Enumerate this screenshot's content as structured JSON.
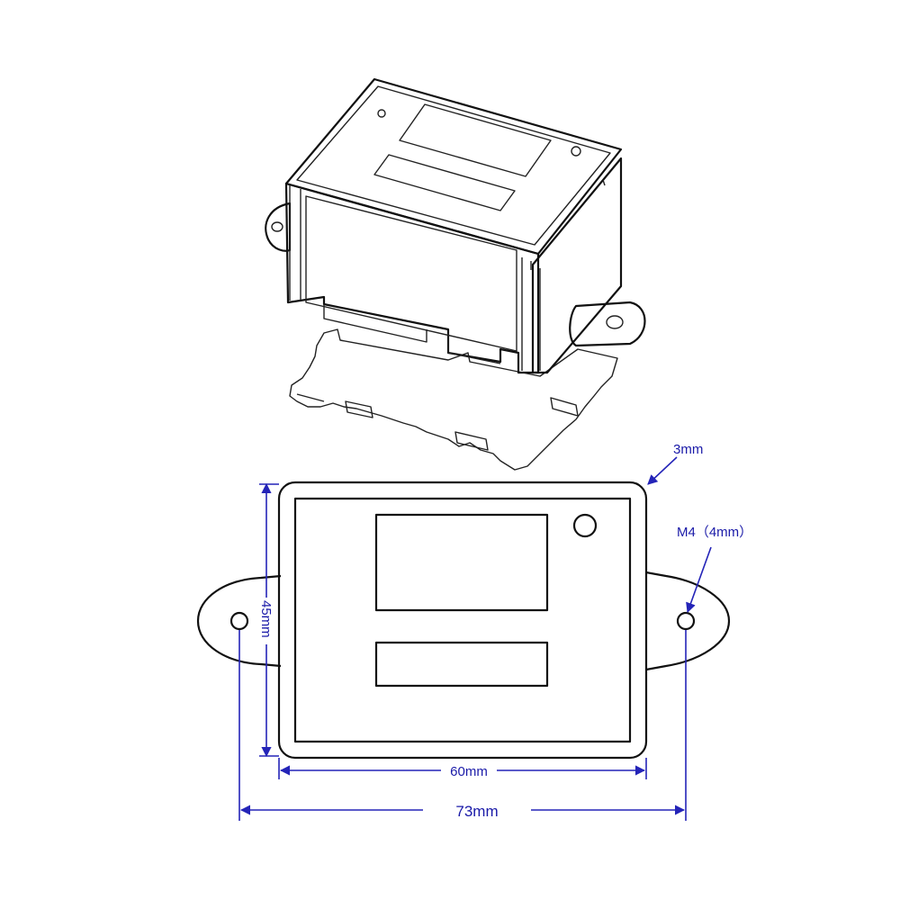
{
  "labels": {
    "corner_radius": "3mm",
    "mount_hole": "M4（4mm）",
    "height": "45mm",
    "inner_width": "60mm",
    "total_width": "73mm"
  },
  "colors": {
    "outline": "#111111",
    "body_face": "#ececf3",
    "side_face": "#dcdce8",
    "screen_fill": "#cfcfde",
    "dimension": "#2424b8"
  }
}
